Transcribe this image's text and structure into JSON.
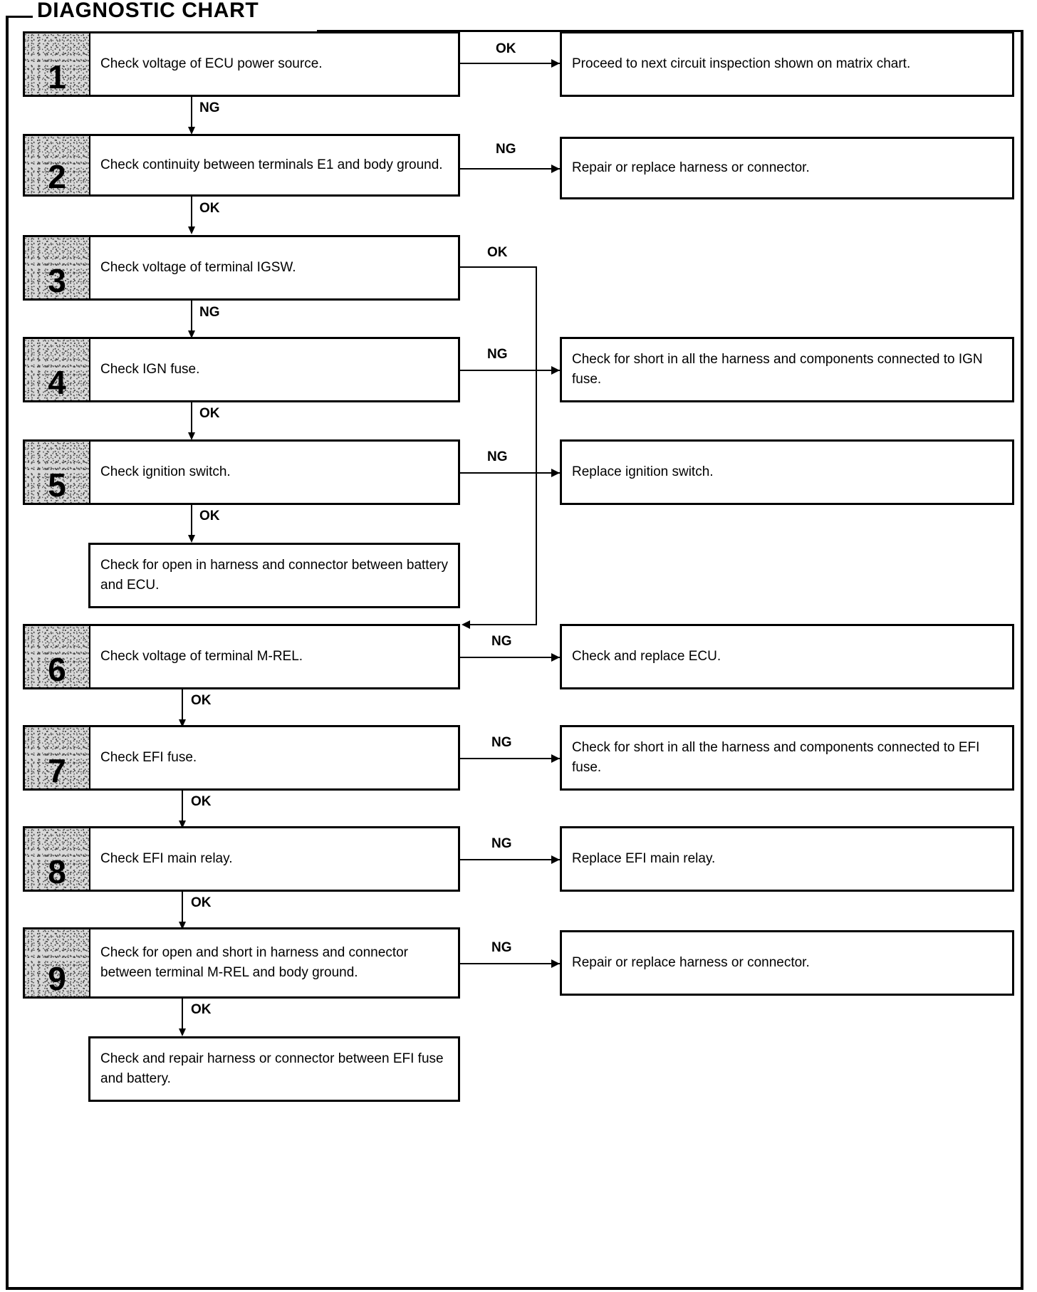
{
  "chart_data": {
    "type": "diagram",
    "title": "DIAGNOSTIC CHART",
    "diagram_kind": "troubleshooting-flowchart",
    "nodes": [
      {
        "id": "step1",
        "number": "1",
        "text": "Check voltage of ECU power source."
      },
      {
        "id": "step2",
        "number": "2",
        "text": "Check continuity between terminals E1 and body ground."
      },
      {
        "id": "step3",
        "number": "3",
        "text": "Check voltage of terminal IGSW."
      },
      {
        "id": "step4",
        "number": "4",
        "text": "Check IGN fuse."
      },
      {
        "id": "step5",
        "number": "5",
        "text": "Check ignition switch."
      },
      {
        "id": "step6",
        "number": "6",
        "text": "Check voltage of terminal M-REL."
      },
      {
        "id": "step7",
        "number": "7",
        "text": "Check EFI fuse."
      },
      {
        "id": "step8",
        "number": "8",
        "text": "Check EFI main relay."
      },
      {
        "id": "step9",
        "number": "9",
        "text": "Check for open and short in harness and connector between terminal M-REL and body ground."
      },
      {
        "id": "result1",
        "number": "",
        "text": "Proceed to next circuit inspection shown on matrix chart."
      },
      {
        "id": "result2",
        "number": "",
        "text": "Repair or replace harness or connector."
      },
      {
        "id": "result4",
        "number": "",
        "text": "Check for short in all the harness and components connected to IGN fuse."
      },
      {
        "id": "result5",
        "number": "",
        "text": "Replace ignition switch."
      },
      {
        "id": "result5ok",
        "number": "",
        "text": "Check for open in harness and connector between battery and ECU."
      },
      {
        "id": "result6",
        "number": "",
        "text": "Check and replace ECU."
      },
      {
        "id": "result7",
        "number": "",
        "text": "Check for short in all the harness and components connected to EFI fuse."
      },
      {
        "id": "result8",
        "number": "",
        "text": "Replace EFI main relay."
      },
      {
        "id": "result9",
        "number": "",
        "text": "Repair or replace harness or connector."
      },
      {
        "id": "result9ok",
        "number": "",
        "text": "Check and repair harness or connector between EFI fuse and battery."
      }
    ],
    "edges": [
      {
        "from": "step1",
        "to": "result1",
        "label": "OK"
      },
      {
        "from": "step1",
        "to": "step2",
        "label": "NG"
      },
      {
        "from": "step2",
        "to": "result2",
        "label": "NG"
      },
      {
        "from": "step2",
        "to": "step3",
        "label": "OK"
      },
      {
        "from": "step3",
        "to": "step6",
        "label": "OK"
      },
      {
        "from": "step3",
        "to": "step4",
        "label": "NG"
      },
      {
        "from": "step4",
        "to": "result4",
        "label": "NG"
      },
      {
        "from": "step4",
        "to": "step5",
        "label": "OK"
      },
      {
        "from": "step5",
        "to": "result5",
        "label": "NG"
      },
      {
        "from": "step5",
        "to": "result5ok",
        "label": "OK"
      },
      {
        "from": "step6",
        "to": "result6",
        "label": "NG"
      },
      {
        "from": "step6",
        "to": "step7",
        "label": "OK"
      },
      {
        "from": "step7",
        "to": "result7",
        "label": "NG"
      },
      {
        "from": "step7",
        "to": "step8",
        "label": "OK"
      },
      {
        "from": "step8",
        "to": "result8",
        "label": "NG"
      },
      {
        "from": "step8",
        "to": "step9",
        "label": "OK"
      },
      {
        "from": "step9",
        "to": "result9",
        "label": "NG"
      },
      {
        "from": "step9",
        "to": "result9ok",
        "label": "OK"
      }
    ]
  },
  "title": "DIAGNOSTIC CHART",
  "steps": [
    {
      "num": "1",
      "text": "Check voltage of ECU power source."
    },
    {
      "num": "2",
      "text": "Check continuity between terminals E1 and body ground."
    },
    {
      "num": "3",
      "text": "Check voltage of terminal IGSW."
    },
    {
      "num": "4",
      "text": "Check IGN fuse."
    },
    {
      "num": "5",
      "text": "Check ignition switch."
    },
    {
      "num": "6",
      "text": "Check voltage of terminal M-REL."
    },
    {
      "num": "7",
      "text": "Check EFI fuse."
    },
    {
      "num": "8",
      "text": "Check EFI main relay."
    },
    {
      "num": "9",
      "text": "Check for open and short in harness and connector between terminal M-REL and body ground."
    }
  ],
  "results": {
    "r1": "Proceed to next circuit inspection shown on matrix chart.",
    "r2": "Repair or replace harness or connector.",
    "r4": "Check for short in all the harness and components connected to IGN fuse.",
    "r5": "Replace ignition switch.",
    "r5ok": "Check for open in harness and connector between battery and ECU.",
    "r6": "Check and replace ECU.",
    "r7": "Check for short in all the harness and components connected to EFI fuse.",
    "r8": "Replace EFI main relay.",
    "r9": "Repair or replace harness or connector.",
    "r9ok": "Check and repair harness or connector between EFI fuse and battery."
  },
  "labels": {
    "l1_ok": "OK",
    "l1_ng": "NG",
    "l2_ng": "NG",
    "l2_ok": "OK",
    "l3_ok": "OK",
    "l3_ng": "NG",
    "l4_ng": "NG",
    "l4_ok": "OK",
    "l5_ng": "NG",
    "l5_ok": "OK",
    "l6_ng": "NG",
    "l6_ok": "OK",
    "l7_ng": "NG",
    "l7_ok": "OK",
    "l8_ng": "NG",
    "l8_ok": "OK",
    "l9_ng": "NG",
    "l9_ok": "OK"
  }
}
